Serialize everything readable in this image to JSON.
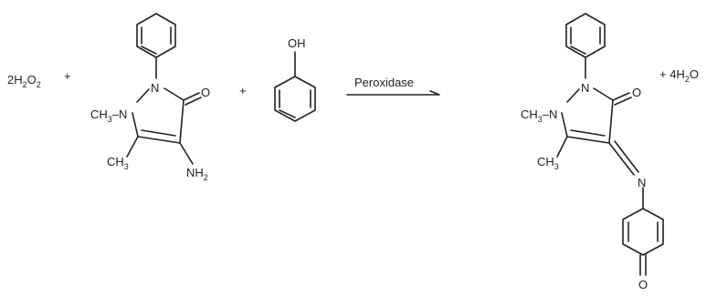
{
  "reaction": {
    "reactant_peroxide": {
      "pre": "2H",
      "s1": "2",
      "mid": "O",
      "s2": "2"
    },
    "plus_1": "+",
    "plus_2": "+",
    "phenol_oh": "OH",
    "enzyme": "Peroxidase",
    "water": {
      "pre": "+ 4H",
      "s1": "2",
      "post": "O"
    }
  },
  "aminoantipyrine": {
    "n_ring": "N",
    "n_methyl_prefix": "CH",
    "n_methyl_sub": "3",
    "n_methyl_suffix": "–N",
    "carbonyl_o": "O",
    "c_methyl": "CH",
    "c_methyl_sub": "3",
    "amine": "NH",
    "amine_sub": "2"
  },
  "product": {
    "n_ring": "N",
    "n_methyl_prefix": "CH",
    "n_methyl_sub": "3",
    "n_methyl_suffix": "–N",
    "carbonyl_o": "O",
    "c_methyl": "CH",
    "c_methyl_sub": "3",
    "imine_n": "N",
    "quinone_o": "O"
  }
}
